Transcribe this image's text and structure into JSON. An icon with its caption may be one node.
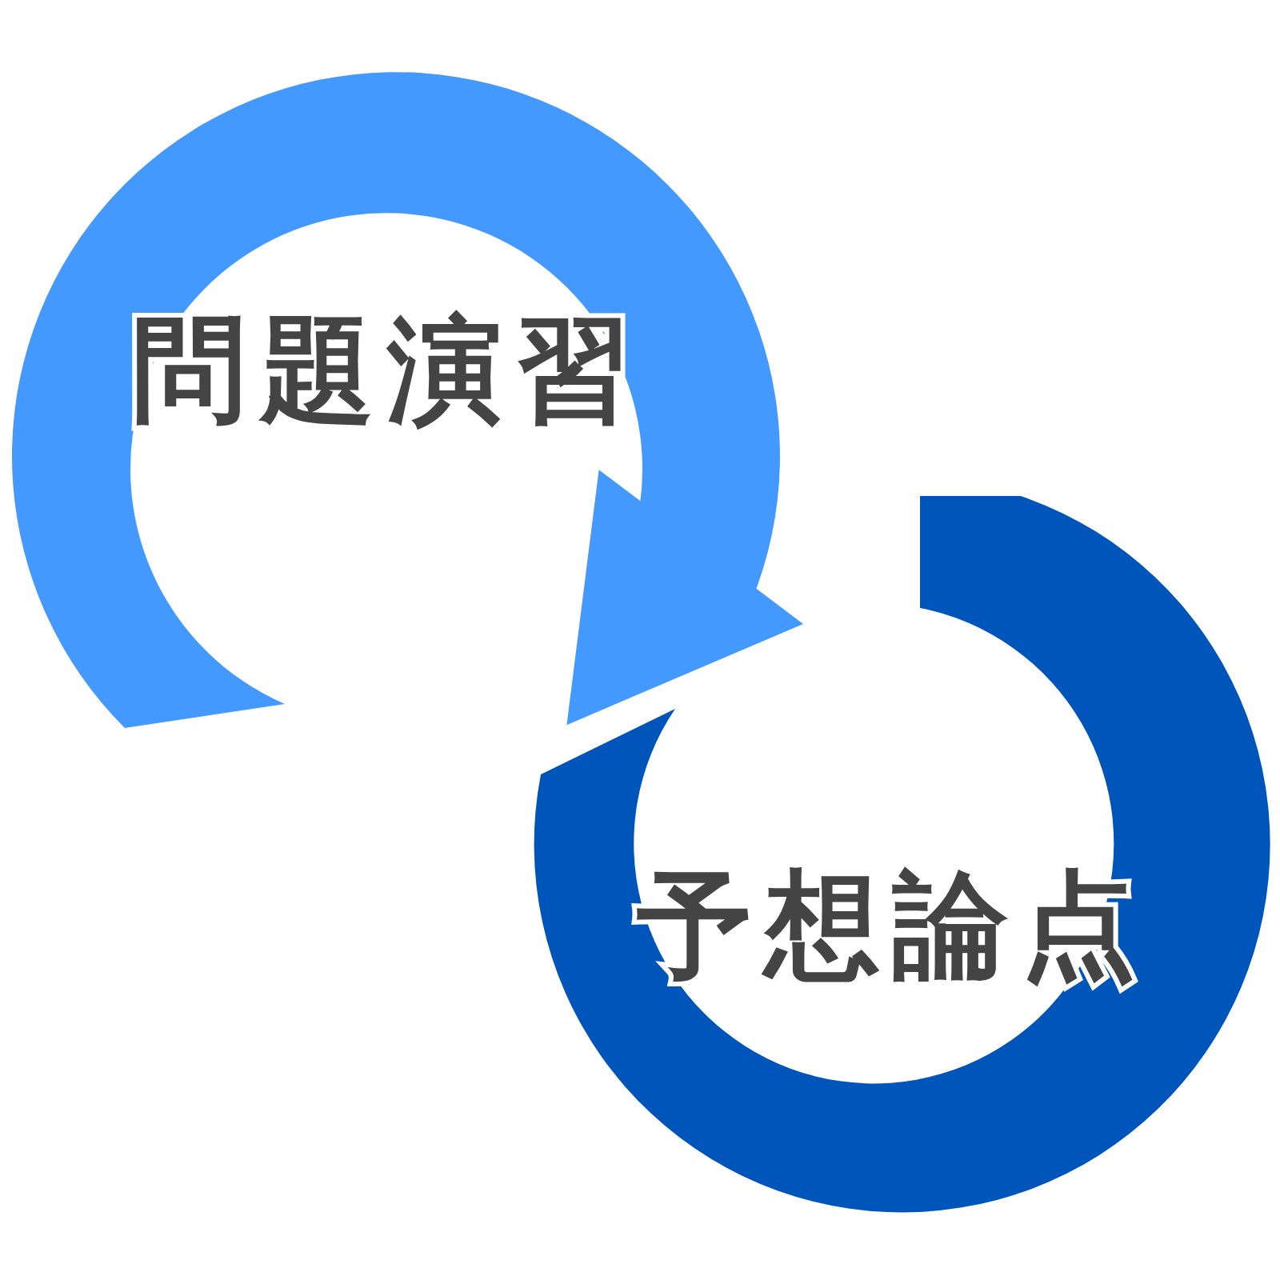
{
  "diagram": {
    "nodes": [
      {
        "text": [
          "問題演習"
        ]
      },
      {
        "text": [
          "予想論点"
        ]
      }
    ],
    "edges": [
      {
        "from": 0,
        "to": 1,
        "arrow": "to"
      }
    ]
  }
}
